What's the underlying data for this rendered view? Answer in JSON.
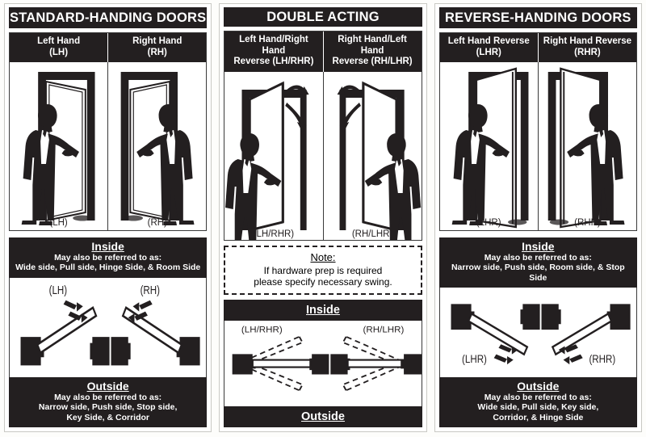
{
  "panels": [
    {
      "id": "standard",
      "title": "STANDARD-HANDING DOORS",
      "columns": [
        {
          "head_line1": "Left Hand",
          "head_line2": "(LH)",
          "scene_label": "(LH)"
        },
        {
          "head_line1": "Right Hand",
          "head_line2": "(RH)",
          "scene_label": "(RH)"
        }
      ],
      "inside": {
        "title": "Inside",
        "subtitle": "May also be referred to as:",
        "lines": [
          "Wide side, Pull side, Hinge Side, & Room Side"
        ]
      },
      "plan_labels": [
        "(LH)",
        "(RH)"
      ],
      "outside": {
        "title": "Outside",
        "subtitle": "May also be referred to as:",
        "lines": [
          "Narrow side, Push side, Stop side,",
          "Key Side, & Corridor"
        ]
      }
    },
    {
      "id": "double-acting",
      "title": "DOUBLE ACTING",
      "columns": [
        {
          "head_line1": "Left Hand/Right Hand",
          "head_line2": "Reverse (LH/RHR)",
          "scene_label": "(LH/RHR)"
        },
        {
          "head_line1": "Right Hand/Left Hand",
          "head_line2": "Reverse (RH/LHR)",
          "scene_label": "(RH/LHR)"
        }
      ],
      "note": {
        "title": "Note:",
        "lines": [
          "If hardware prep is required",
          "please specify necessary swing."
        ]
      },
      "inside": {
        "title": "Inside"
      },
      "plan_labels": [
        "(LH/RHR)",
        "(RH/LHR)"
      ],
      "outside": {
        "title": "Outside"
      }
    },
    {
      "id": "reverse",
      "title": "REVERSE-HANDING DOORS",
      "columns": [
        {
          "head_line1": "Left Hand Reverse",
          "head_line2": "(LHR)",
          "scene_label": "(LHR)"
        },
        {
          "head_line1": "Right Hand Reverse",
          "head_line2": "(RHR)",
          "scene_label": "(RHR)"
        }
      ],
      "inside": {
        "title": "Inside",
        "subtitle": "May also be referred to as:",
        "lines": [
          "Narrow side, Push side, Room side, & Stop Side"
        ]
      },
      "plan_labels": [
        "(LHR)",
        "(RHR)"
      ],
      "outside": {
        "title": "Outside",
        "subtitle": "May also be referred to as:",
        "lines": [
          "Wide side, Pull side, Key side,",
          "Corridor, & Hinge Side"
        ]
      }
    }
  ],
  "colors": {
    "ink": "#231f20",
    "paper": "#ffffff",
    "bar_text": "#ffffff",
    "border": "#3a3a3a"
  }
}
